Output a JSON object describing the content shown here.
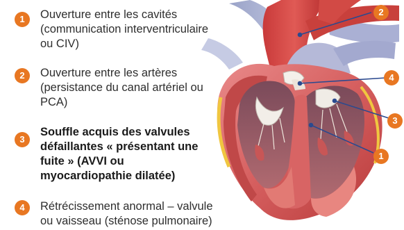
{
  "accent_color": "#e87722",
  "legend": [
    {
      "number": "1",
      "text": "Ouverture entre les cavités (communication interventriculaire ou CIV)"
    },
    {
      "number": "2",
      "text": "Ouverture entre les artères (persistance du canal artériel ou PCA)"
    },
    {
      "number": "3",
      "text": "Souffle acquis des valvules défaillantes « présentant une fuite » (AVVI ou myocardiopathie dilatée)"
    },
    {
      "number": "4",
      "text": "Rétrécissement anormal – valvule ou vaisseau (sténose pulmonaire)"
    }
  ],
  "callouts": [
    {
      "number": "2"
    },
    {
      "number": "4"
    },
    {
      "number": "3"
    },
    {
      "number": "1"
    }
  ]
}
